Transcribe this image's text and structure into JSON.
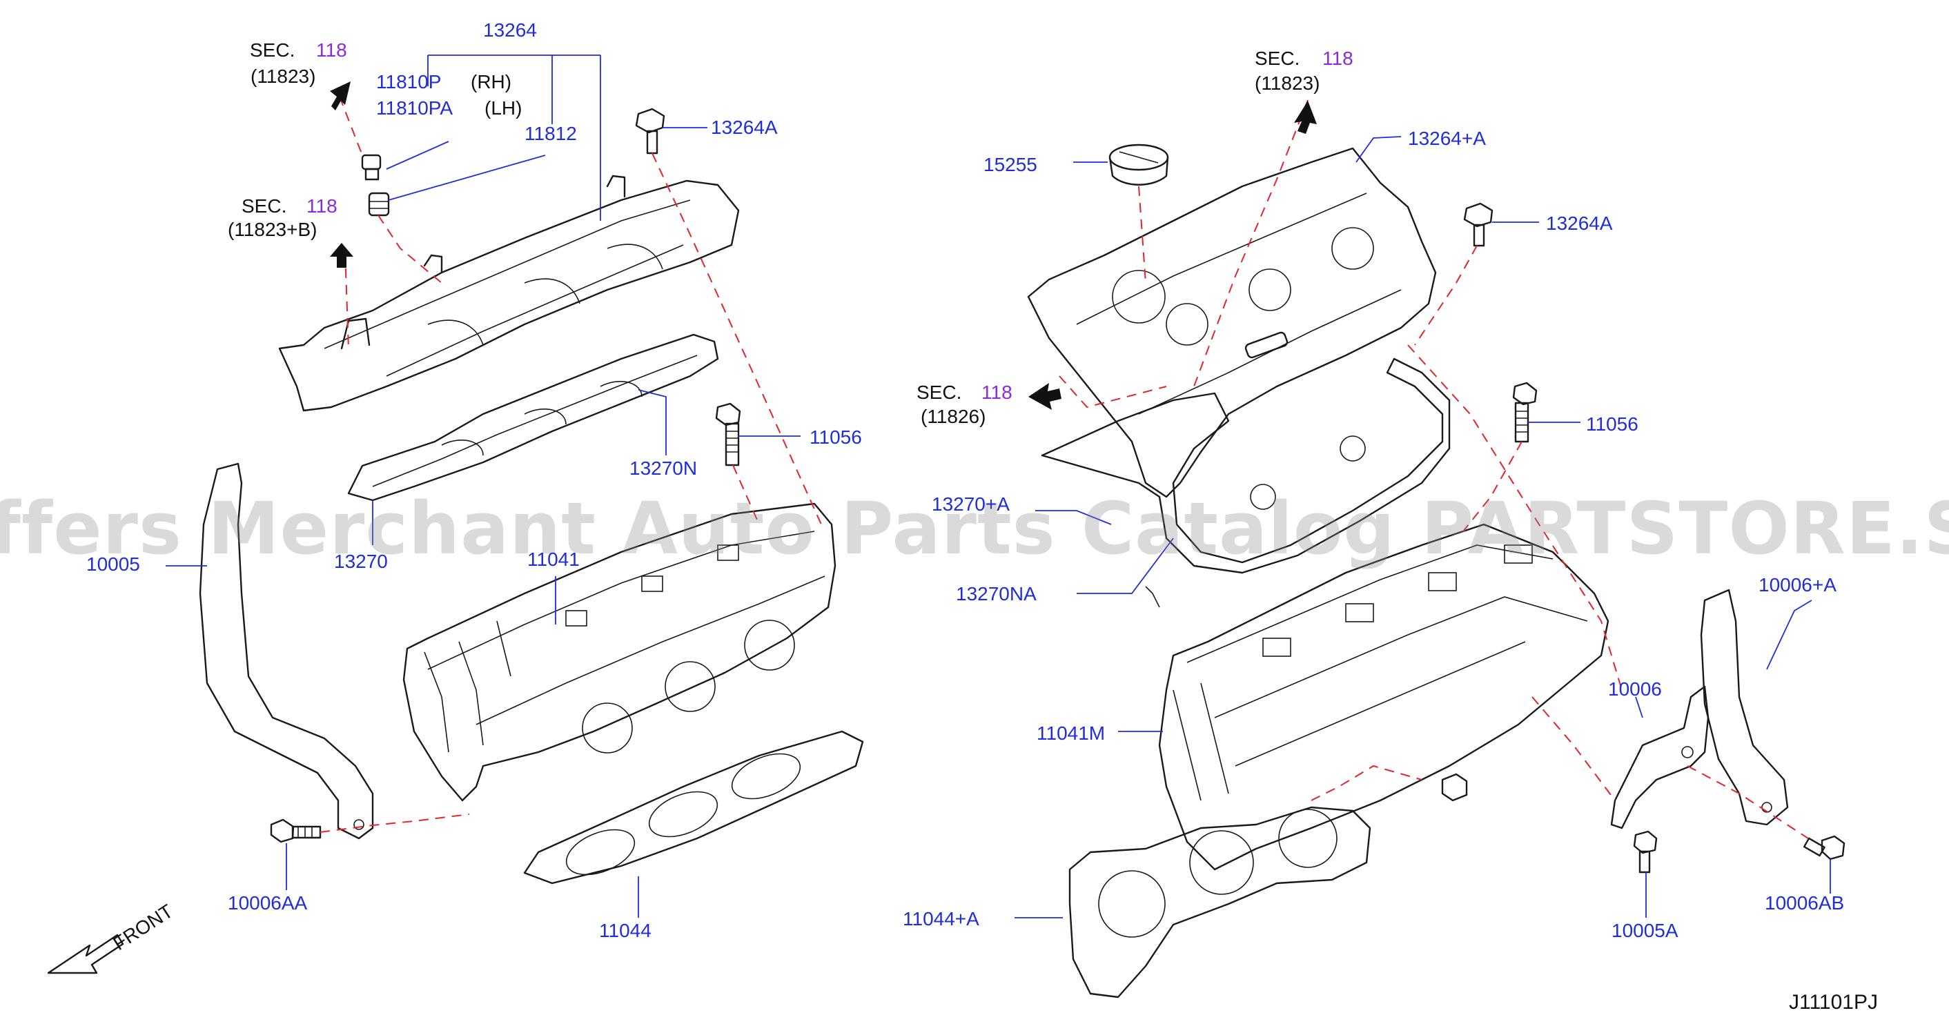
{
  "diagram_code": "J11101PJ",
  "watermark": "Offers Merchant Auto Parts Catalog PARTSTORE.SA",
  "front_label": "FRONT",
  "sections": [
    {
      "id": "sec-a",
      "sec": "SEC.",
      "num": "118",
      "ref": "(11823)"
    },
    {
      "id": "sec-b",
      "sec": "SEC.",
      "num": "118",
      "ref": "(11823+B)"
    },
    {
      "id": "sec-c",
      "sec": "SEC.",
      "num": "118",
      "ref": "(11823)"
    },
    {
      "id": "sec-d",
      "sec": "SEC.",
      "num": "118",
      "ref": "(11826)"
    }
  ],
  "variants": {
    "rh": "(RH)",
    "lh": "(LH)"
  },
  "parts": [
    {
      "id": "p13264",
      "label": "13264"
    },
    {
      "id": "p11810p",
      "label": "11810P"
    },
    {
      "id": "p11810pa",
      "label": "11810PA"
    },
    {
      "id": "p11812",
      "label": "11812"
    },
    {
      "id": "p13264a-left",
      "label": "13264A"
    },
    {
      "id": "p11056-left",
      "label": "11056"
    },
    {
      "id": "p13270n",
      "label": "13270N"
    },
    {
      "id": "p13270",
      "label": "13270"
    },
    {
      "id": "p10005",
      "label": "10005"
    },
    {
      "id": "p11041",
      "label": "11041"
    },
    {
      "id": "p10006aa",
      "label": "10006AA"
    },
    {
      "id": "p11044",
      "label": "11044"
    },
    {
      "id": "p15255",
      "label": "15255"
    },
    {
      "id": "p13264plusa",
      "label": "13264+A"
    },
    {
      "id": "p13264a-right",
      "label": "13264A"
    },
    {
      "id": "p11056-right",
      "label": "11056"
    },
    {
      "id": "p13270plusa",
      "label": "13270+A"
    },
    {
      "id": "p13270na",
      "label": "13270NA"
    },
    {
      "id": "p10006plusa",
      "label": "10006+A"
    },
    {
      "id": "p10006",
      "label": "10006"
    },
    {
      "id": "p11041m",
      "label": "11041M"
    },
    {
      "id": "p11044plusa",
      "label": "11044+A"
    },
    {
      "id": "p10005a",
      "label": "10005A"
    },
    {
      "id": "p10006ab",
      "label": "10006AB"
    }
  ]
}
